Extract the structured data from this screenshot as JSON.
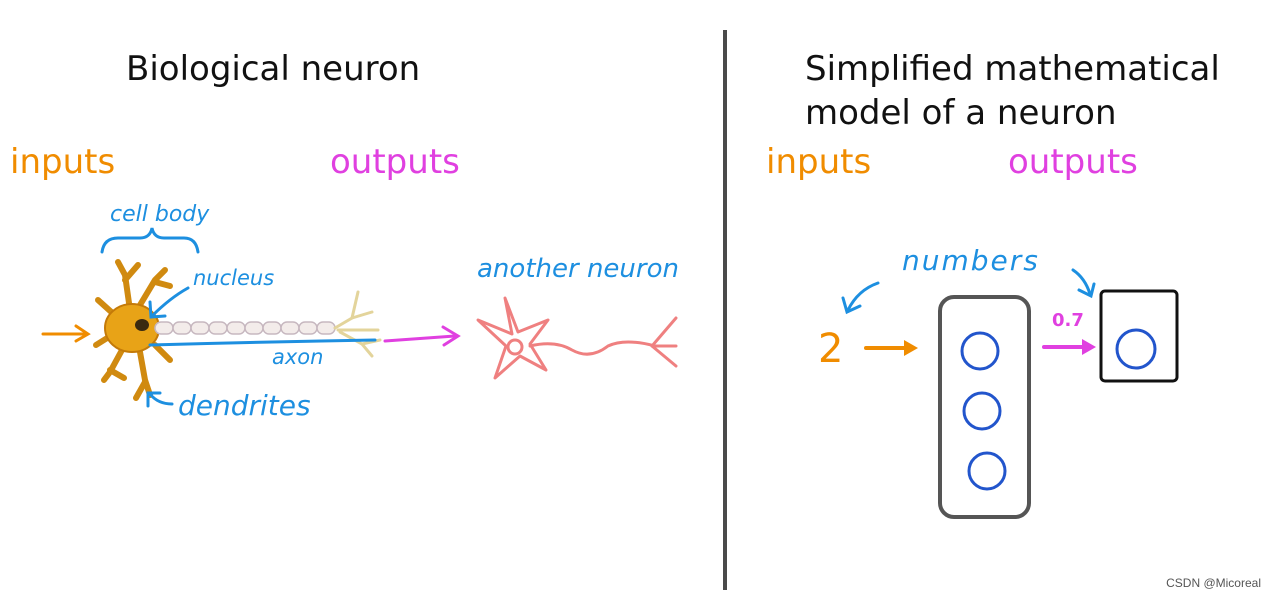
{
  "left_panel": {
    "title": "Biological neuron",
    "inputs_label": "inputs",
    "outputs_label": "outputs",
    "annotations": {
      "cell_body": "cell body",
      "nucleus": "nucleus",
      "axon": "axon",
      "dendrites": "dendrites",
      "another_neuron": "another neuron"
    }
  },
  "right_panel": {
    "title_line1": "Simplified mathematical",
    "title_line2": "model of a neuron",
    "inputs_label": "inputs",
    "outputs_label": "outputs",
    "numbers_label": "numbers",
    "input_value": "2",
    "output_value": "0.7"
  },
  "watermark": "CSDN @Micoreal",
  "colors": {
    "inputs": "#f08c00",
    "outputs": "#e040e0",
    "annotation": "#1d8fe0",
    "neuron_body": "#e8a317",
    "another_neuron": "#ef8080",
    "unit_circle": "#2255cc"
  }
}
